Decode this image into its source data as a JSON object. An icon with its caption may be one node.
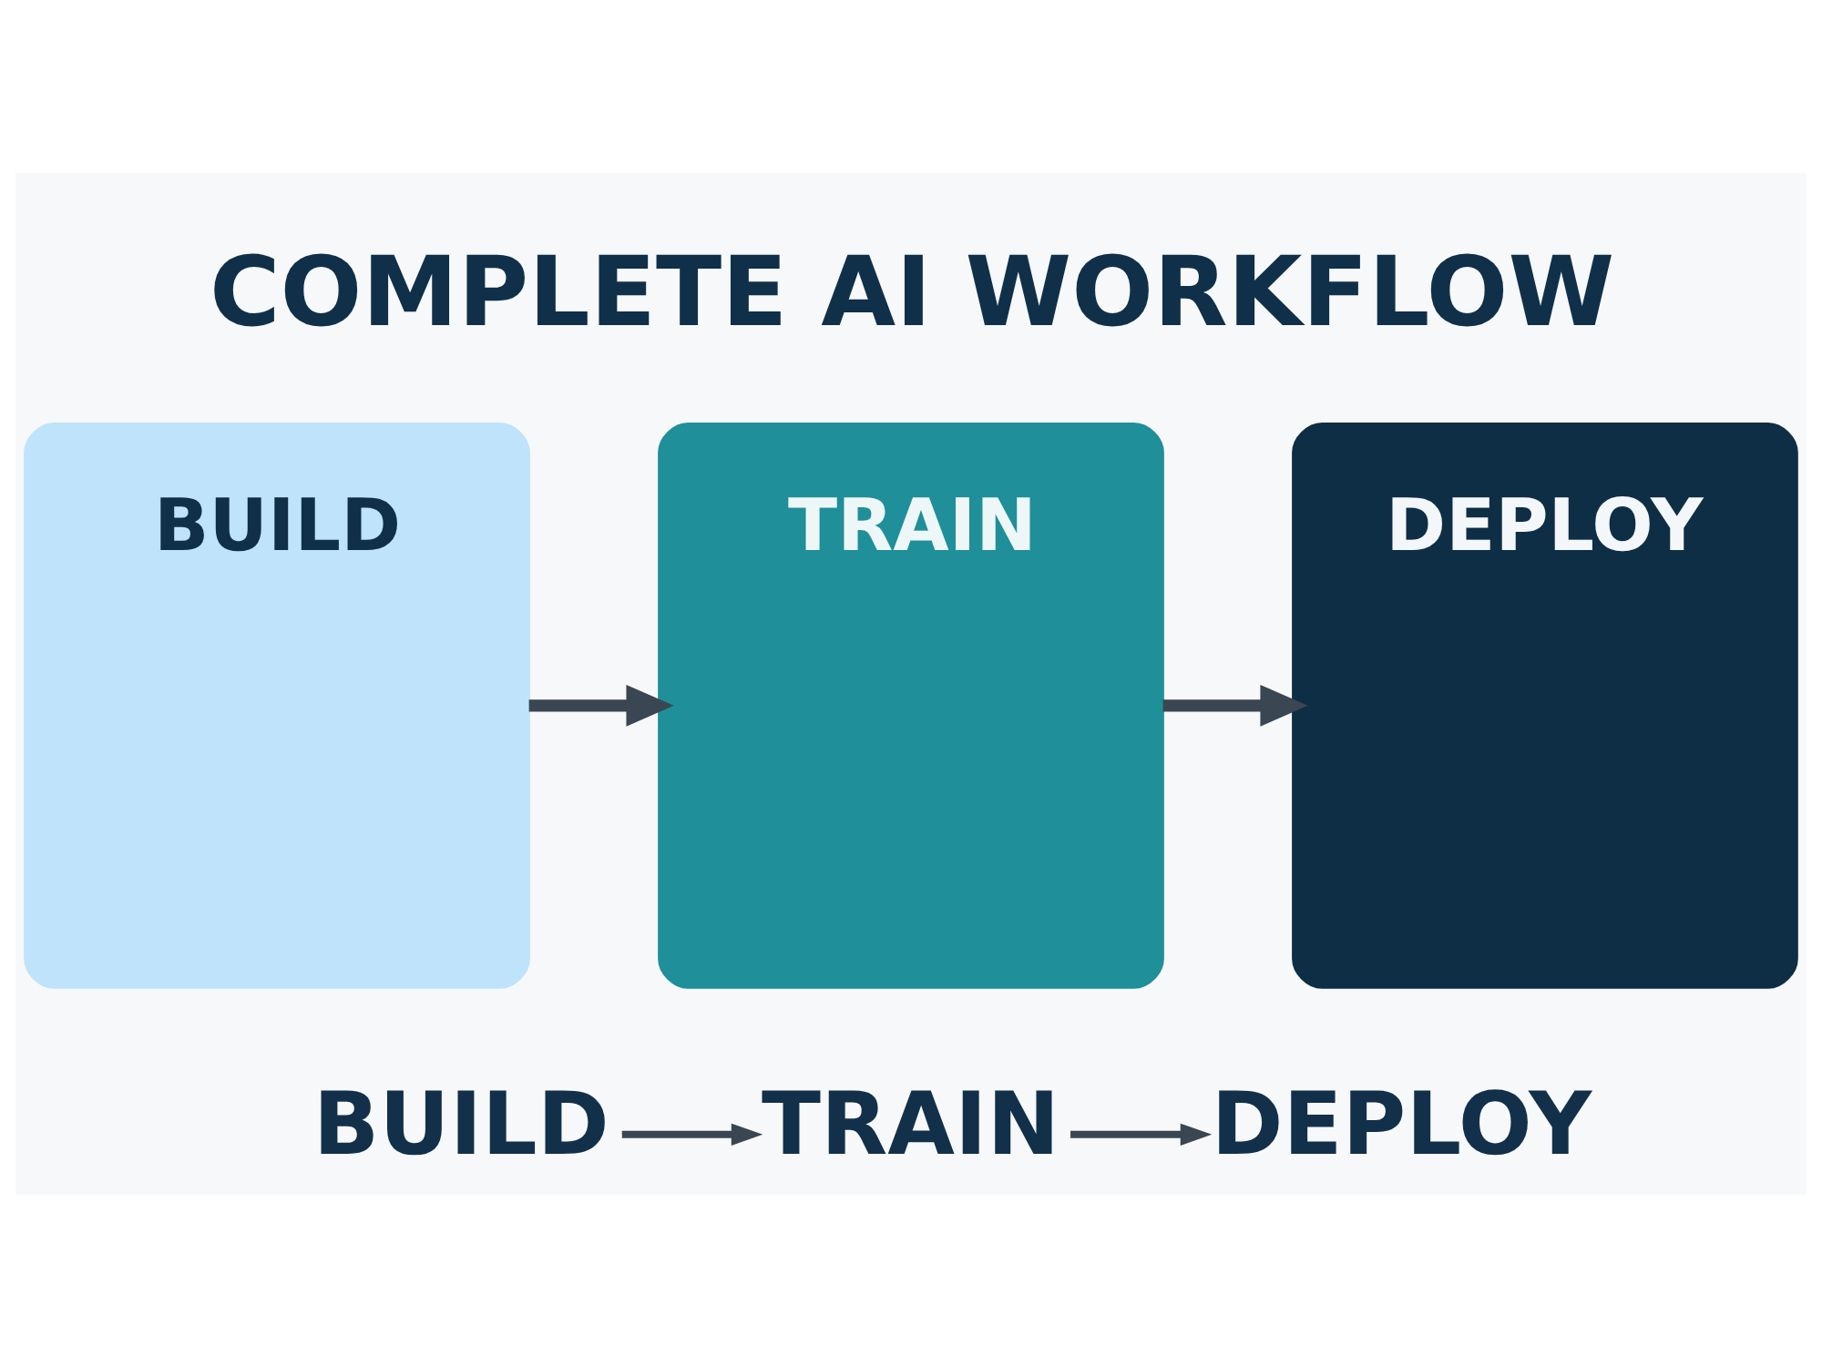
{
  "diagram": {
    "title": "COMPLETE AI WORKFLOW",
    "nodes": [
      {
        "text": [
          "BUILD"
        ]
      },
      {
        "text": [
          "TRAIN"
        ]
      },
      {
        "text": [
          "DEPLOY"
        ]
      },
      {
        "text": [
          "BUILD"
        ]
      },
      {
        "text": [
          "TRAIN"
        ]
      },
      {
        "text": [
          "DEPLOY"
        ]
      }
    ],
    "edges": [
      {
        "from": 0,
        "to": 1,
        "arrow": "to"
      },
      {
        "from": 1,
        "to": 2,
        "arrow": "to"
      },
      {
        "from": 3,
        "to": 4,
        "arrow": "to"
      },
      {
        "from": 4,
        "to": 5,
        "arrow": "to"
      }
    ]
  }
}
